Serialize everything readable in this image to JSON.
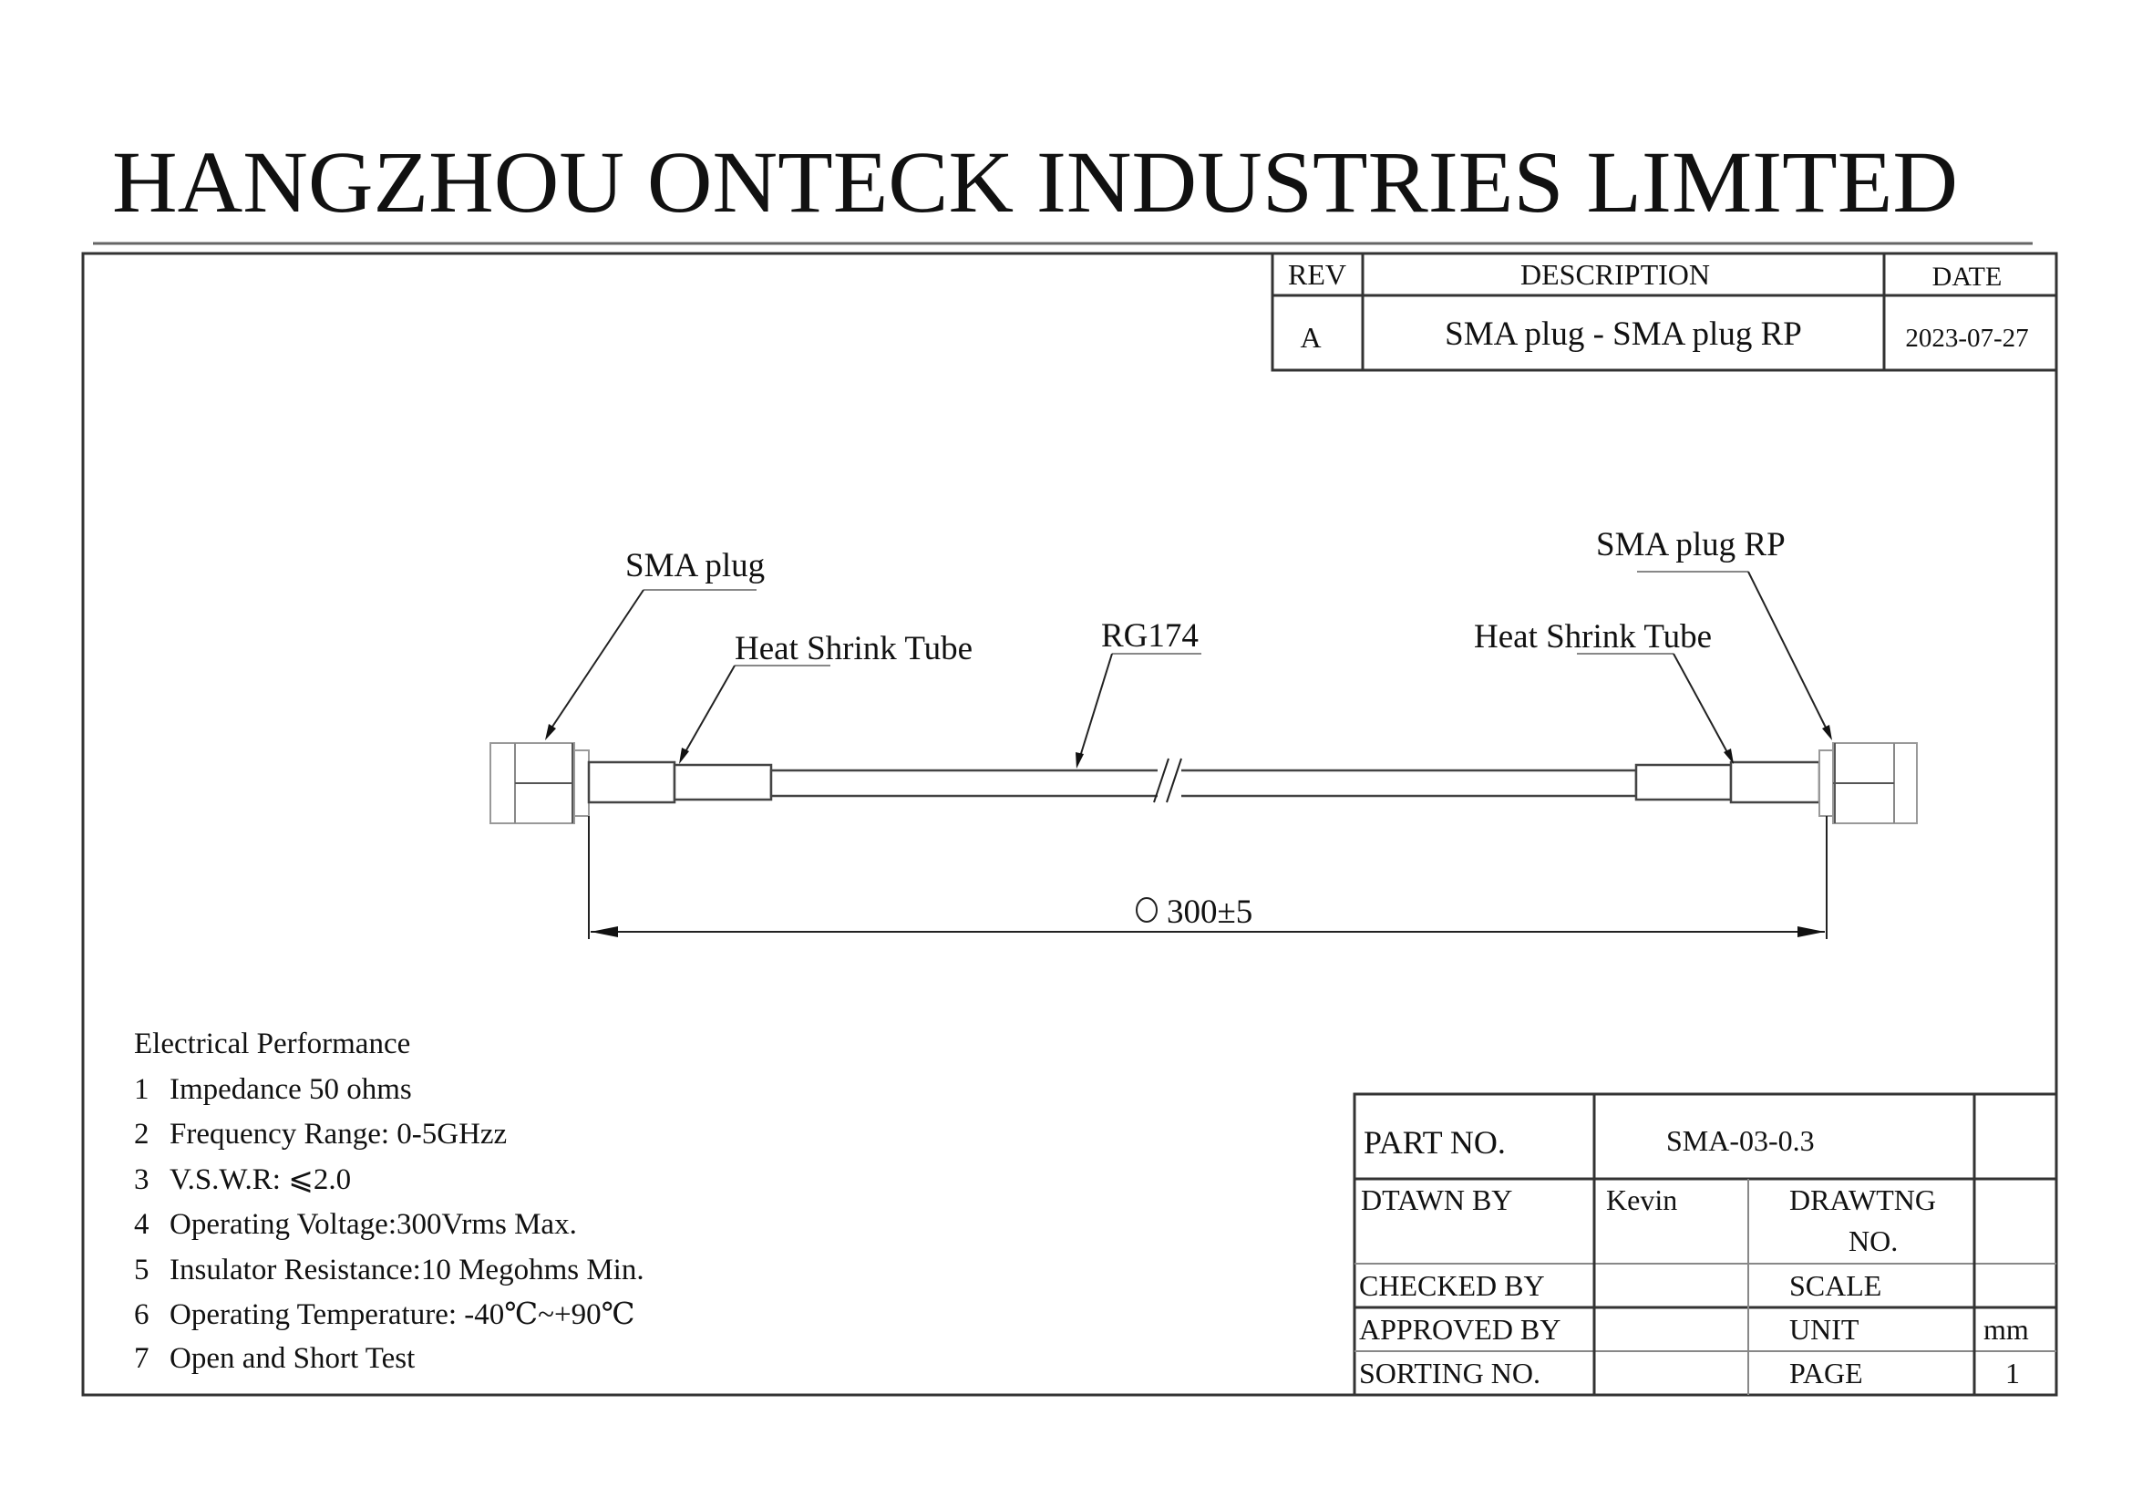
{
  "header": {
    "company": "HANGZHOU ONTECK INDUSTRIES LIMITED"
  },
  "revision_table": {
    "headers": {
      "rev": "REV",
      "description": "DESCRIPTION",
      "date": "DATE"
    },
    "row": {
      "rev": "A",
      "description": "SMA plug - SMA plug RP",
      "date": "2023-07-27"
    }
  },
  "drawing": {
    "left_connector": "SMA plug",
    "left_shrink": "Heat Shrink Tube",
    "cable": "RG174",
    "right_shrink": "Heat Shrink Tube",
    "right_connector": "SMA plug RP",
    "length_dimension": "300±5"
  },
  "electrical": {
    "title": "Electrical Performance",
    "items": [
      {
        "n": "1",
        "text": "Impedance 50 ohms"
      },
      {
        "n": "2",
        "text": "Frequency Range: 0-5GHzz"
      },
      {
        "n": "3",
        "text": "V.S.W.R: ⩽2.0"
      },
      {
        "n": "4",
        "text": "Operating Voltage:300Vrms Max."
      },
      {
        "n": "5",
        "text": "Insulator Resistance:10 Megohms Min."
      },
      {
        "n": "6",
        "text": "Operating Temperature: -40℃~+90℃"
      },
      {
        "n": "7",
        "text": "Open and Short Test"
      }
    ]
  },
  "title_block": {
    "part_no_label": "PART NO.",
    "part_no": "SMA-03-0.3",
    "drawn_by_label": "DTAWN BY",
    "drawn_by": "Kevin",
    "drawing_no_label_1": "DRAWTNG",
    "drawing_no_label_2": "NO.",
    "checked_by_label": "CHECKED BY",
    "scale_label": "SCALE",
    "approved_by_label": "APPROVED BY",
    "unit_label": "UNIT",
    "unit": "mm",
    "sorting_no_label": "SORTING NO.",
    "page_label": "PAGE",
    "page": "1"
  }
}
